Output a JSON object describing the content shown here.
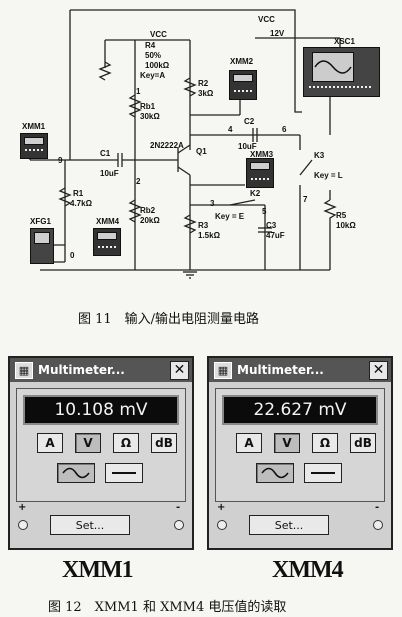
{
  "schematic": {
    "vcc_top": "VCC",
    "vcc_supply": "VCC",
    "supply_voltage": "12V",
    "xsc_label": "XSC1",
    "r4": {
      "name": "R4",
      "percent": "50%",
      "value": "100kΩ",
      "key": "Key=A"
    },
    "r2": {
      "name": "R2",
      "value": "3kΩ"
    },
    "xmm2": "XMM2",
    "rb1": {
      "name": "Rb1",
      "value": "30kΩ"
    },
    "c2": {
      "name": "C2",
      "value": "10uF"
    },
    "transistor": {
      "model": "2N2222A",
      "name": "Q1"
    },
    "xmm1": "XMM1",
    "xmm3": "XMM3",
    "c1": {
      "name": "C1",
      "value": "10uF"
    },
    "k3": {
      "name": "K3",
      "key": "Key = L"
    },
    "k2": {
      "name": "K2",
      "key": "Key = E"
    },
    "r1": {
      "name": "R1",
      "value": "4.7kΩ"
    },
    "rb2": {
      "name": "Rb2",
      "value": "20kΩ"
    },
    "r3": {
      "name": "R3",
      "value": "1.5kΩ"
    },
    "c3": {
      "name": "C3",
      "value": "47uF"
    },
    "r5": {
      "name": "R5",
      "value": "10kΩ"
    },
    "xfg": "XFG1",
    "xmm4": "XMM4",
    "nodes": {
      "n1": "1",
      "n2": "2",
      "n3": "3",
      "n4": "4",
      "n5": "5",
      "n6": "6",
      "n7": "7",
      "n0": "0",
      "n9": "9"
    }
  },
  "figure11_caption": "图 11　输入/输出电阻测量电路",
  "meters": [
    {
      "title": "Multimeter...",
      "close": "✕",
      "reading": "10.108 mV",
      "buttons": {
        "a": "A",
        "v": "V",
        "ohm": "Ω",
        "db": "dB"
      },
      "set": "Set...",
      "plus": "+",
      "minus": "-",
      "name": "XMM1"
    },
    {
      "title": "Multimeter...",
      "close": "✕",
      "reading": "22.627 mV",
      "buttons": {
        "a": "A",
        "v": "V",
        "ohm": "Ω",
        "db": "dB"
      },
      "set": "Set...",
      "plus": "+",
      "minus": "-",
      "name": "XMM4"
    }
  ],
  "figure12_caption": "图 12　XMM1 和 XMM4 电压值的读取"
}
